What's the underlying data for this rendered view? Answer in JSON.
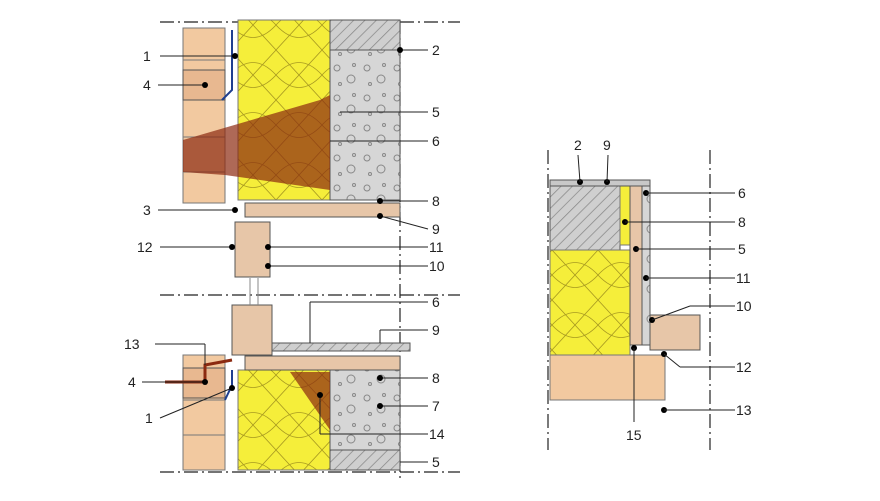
{
  "left_detail": {
    "labels": {
      "l1a": "1",
      "l2": "2",
      "l4a": "4",
      "l5a": "5",
      "l6a": "6",
      "l3": "3",
      "l8a": "8",
      "l9a": "9",
      "l12": "12",
      "l11": "11",
      "l10": "10",
      "l6b": "6",
      "l9b": "9",
      "l13": "13",
      "l8b": "8",
      "l4b": "4",
      "l7": "7",
      "l1b": "1",
      "l14": "14",
      "l5b": "5"
    }
  },
  "right_detail": {
    "labels": {
      "r2": "2",
      "r9": "9",
      "r6": "6",
      "r8": "8",
      "r5": "5",
      "r11": "11",
      "r10": "10",
      "r12": "12",
      "r13": "13",
      "r15": "15"
    }
  },
  "colors": {
    "brick": "#f2c9a0",
    "insulation": "#f5ee3a",
    "concrete": "#d4d4d4",
    "wood": "#e7c6a8",
    "shadow": "#8b2a10"
  }
}
